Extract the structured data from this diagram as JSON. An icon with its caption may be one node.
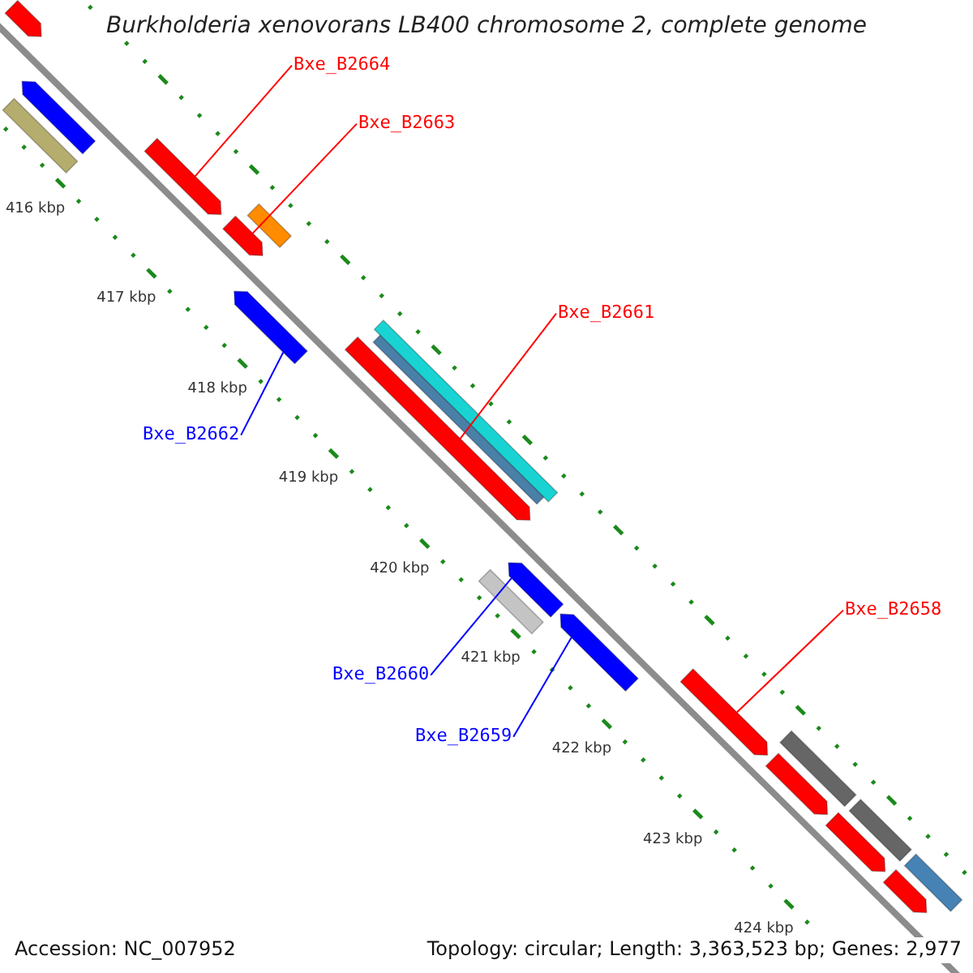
{
  "diagram": {
    "title": "Burkholderia xenovorans LB400 chromosome 2, complete genome",
    "nodes": [
      {
        "text": [
          "Bxe_B2664"
        ]
      },
      {
        "text": [
          "Bxe_B2663"
        ]
      },
      {
        "text": [
          "Bxe_B2661"
        ]
      },
      {
        "text": [
          "Bxe_B2662"
        ]
      },
      {
        "text": [
          "Bxe_B2658"
        ]
      },
      {
        "text": [
          "Bxe_B2660"
        ]
      },
      {
        "text": [
          "Bxe_B2659"
        ]
      },
      {
        "text": [],
        "shape": "arrow"
      },
      {
        "text": [],
        "shape": "box"
      },
      {
        "text": [],
        "shape": "arrow"
      },
      {
        "text": [],
        "shape": "arrow"
      },
      {
        "text": [],
        "shape": "arrow"
      },
      {
        "text": [],
        "shape": "box"
      },
      {
        "text": [],
        "shape": "arrow"
      },
      {
        "text": [],
        "shape": "arrow"
      },
      {
        "text": [],
        "shape": "box"
      },
      {
        "text": [],
        "shape": "box"
      },
      {
        "text": [],
        "shape": "box"
      },
      {
        "text": [],
        "shape": "arrow"
      },
      {
        "text": [],
        "shape": "arrow"
      },
      {
        "text": [],
        "shape": "arrow"
      },
      {
        "text": [],
        "shape": "box"
      },
      {
        "text": [],
        "shape": "arrow"
      },
      {
        "text": [],
        "shape": "arrow"
      },
      {
        "text": [],
        "shape": "box"
      },
      {
        "text": [],
        "shape": "arrow"
      },
      {
        "text": [],
        "shape": "box"
      }
    ],
    "edges": [
      {
        "from": 0,
        "to": 10,
        "arrow": "none"
      },
      {
        "from": 1,
        "to": 11,
        "arrow": "none"
      },
      {
        "from": 2,
        "to": 14,
        "arrow": "none"
      },
      {
        "from": 3,
        "to": 13,
        "arrow": "none",
        "color": "#0000ff"
      },
      {
        "from": 4,
        "to": 20,
        "arrow": "none"
      },
      {
        "from": 5,
        "to": 18,
        "arrow": "none",
        "color": "#0000ff"
      },
      {
        "from": 6,
        "to": 19,
        "arrow": "none",
        "color": "#0000ff"
      }
    ],
    "labels": [
      "416 kbp",
      "417 kbp",
      "418 kbp",
      "419 kbp",
      "420 kbp",
      "421 kbp",
      "422 kbp",
      "423 kbp",
      "424 kbp",
      "Accession: NC_007952",
      "Topology: circular; Length: 3,363,523 bp; Genes: 2,977"
    ]
  }
}
